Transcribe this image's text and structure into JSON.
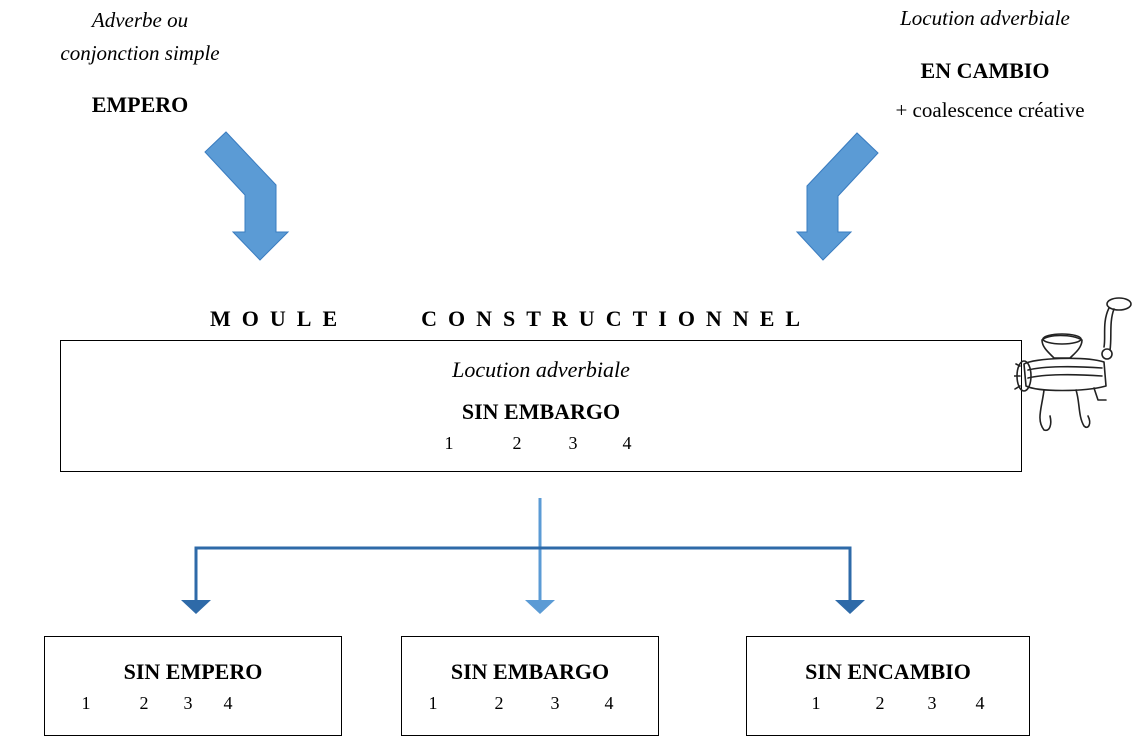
{
  "top_left": {
    "line1": "Adverbe ou",
    "line2": "conjonction simple",
    "word": "EMPERO"
  },
  "top_right": {
    "line1": "Locution adverbiale",
    "word": "EN CAMBIO",
    "extra": "+ coalescence créative"
  },
  "mould": {
    "heading_word1": "MOULE",
    "heading_word2": "CONSTRUCTIONNEL",
    "subtitle": "Locution adverbiale",
    "word": "SIN EMBARGO",
    "numbers": [
      "1",
      "2",
      "3",
      "4"
    ]
  },
  "outputs": [
    {
      "word": "SIN EMPERO",
      "numbers": [
        "1",
        "2",
        "3",
        "4"
      ]
    },
    {
      "word": "SIN EMBARGO",
      "numbers": [
        "1",
        "2",
        "3",
        "4"
      ]
    },
    {
      "word": "SIN ENCAMBIO",
      "numbers": [
        "1",
        "2",
        "3",
        "4"
      ]
    }
  ],
  "colors": {
    "arrow_light": "#5b9bd5",
    "arrow_dark": "#2e6aa8"
  },
  "icons": [
    "meat-grinder-icon"
  ]
}
